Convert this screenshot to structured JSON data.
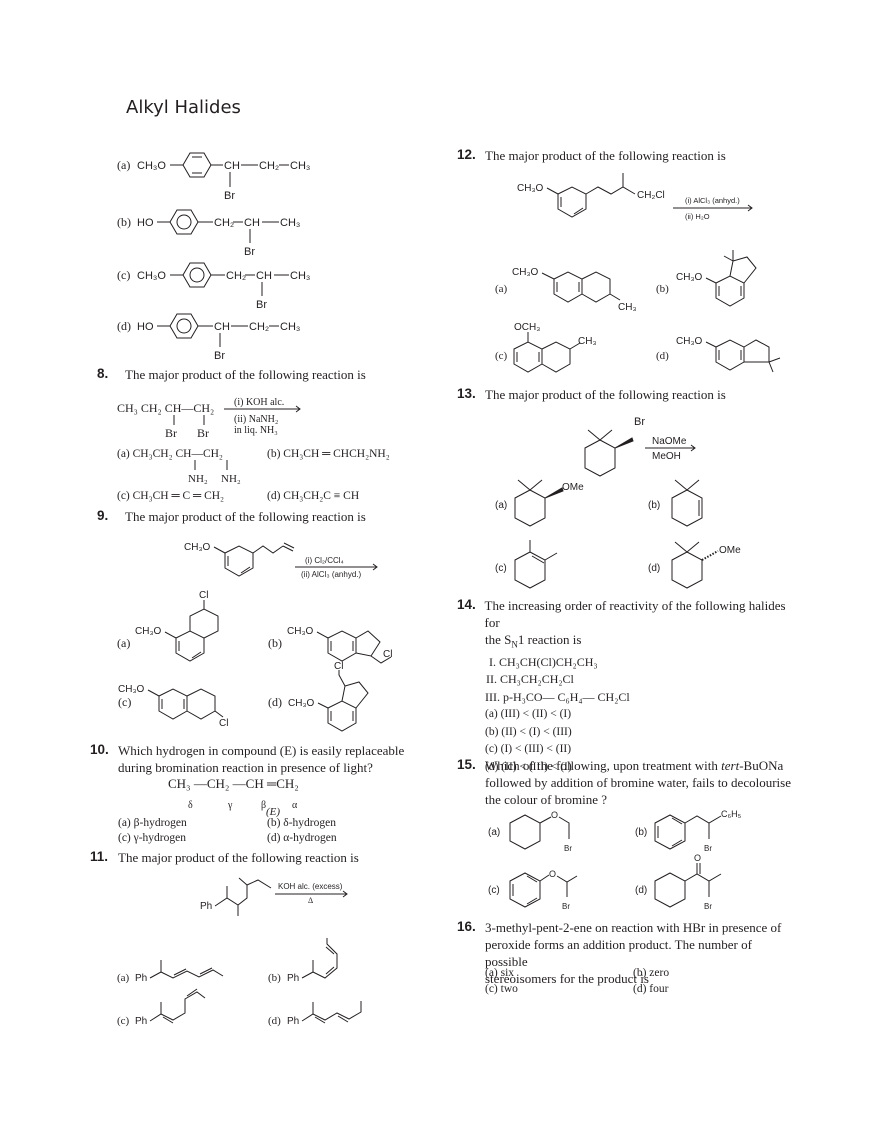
{
  "header": {
    "title": "Alkyl Halides"
  },
  "q7_options": [
    {
      "label": "(a)",
      "left": "CH₃O",
      "chain": [
        "CH",
        "CH₂",
        "CH₃"
      ],
      "br_under": 0
    },
    {
      "label": "(b)",
      "left": "HO",
      "chain": [
        "CH₂",
        "CH",
        "CH₃"
      ],
      "br_under": 1
    },
    {
      "label": "(c)",
      "left": "CH₃O",
      "chain": [
        "CH₂",
        "CH",
        "CH₃"
      ],
      "br_under": 1
    },
    {
      "label": "(d)",
      "left": "HO",
      "chain": [
        "CH",
        "CH₂",
        "CH₃"
      ],
      "br_under": 0
    }
  ],
  "br": "Br",
  "questions": {
    "q8": {
      "number": "8.",
      "text": "The major product of the following reaction is",
      "reactant": "CH₃ CH₂ CH—CH₂",
      "reactant_subs": [
        "Br",
        "Br"
      ],
      "reagent_top": "(i)  KOH alc.",
      "reagent_bottom_1": "(ii) NaNH₂",
      "reagent_bottom_2": "in liq. NH₃",
      "options": {
        "a": "(a) CH₃CH₂ CH—CH₂",
        "a_subs": [
          "NH₂",
          "NH₂"
        ],
        "b": "(b) CH₃CH ═ CHCH₂NH₂",
        "c": "(c) CH₃CH ═ C ═ CH₂",
        "d": "(d) CH₃CH₂C ≡ CH"
      }
    },
    "q9": {
      "number": "9.",
      "text": "The major product of the following reaction is",
      "reactant_label": "CH₃O",
      "reagent_top": "(i) Cl₂/CCl₄",
      "reagent_bottom": "(ii) AlCl₃ (anhyd.)",
      "options": [
        "(a)",
        "(b)",
        "(c)",
        "(d)"
      ],
      "ch3o": "CH₃O",
      "cl": "Cl"
    },
    "q10": {
      "number": "10.",
      "text_1": "Which hydrogen in compound (E) is easily replaceable",
      "text_2": "during bromination reaction in presence of light?",
      "formula": "CH₃ —CH₂ —CH ═CH₂",
      "greek": [
        "δ",
        "γ",
        "β",
        "α"
      ],
      "compound_label": "(E)",
      "options": {
        "a": "(a) β-hydrogen",
        "b": "(b) δ-hydrogen",
        "c": "(c) γ-hydrogen",
        "d": "(d) α-hydrogen"
      }
    },
    "q11": {
      "number": "11.",
      "text": "The major product of the following reaction is",
      "reagent_top": "KOH alc. (excess)",
      "reagent_bottom": "Δ",
      "ph": "Ph",
      "options": [
        "(a)",
        "(b)",
        "(c)",
        "(d)"
      ]
    },
    "q12": {
      "number": "12.",
      "text": "The major product of the following reaction is",
      "reactant_left": "CH₃O",
      "reactant_right": "CH₂Cl",
      "reagent_top": "(i) AlCl₃ (anhyd.)",
      "reagent_bottom": "(ii) H₂O",
      "options": [
        "(a)",
        "(b)",
        "(c)",
        "(d)"
      ],
      "ch3o": "CH₃O",
      "och3": "OCH₃",
      "ch3": "CH₃"
    },
    "q13": {
      "number": "13.",
      "text": "The major product of the following reaction is",
      "br": "Br",
      "reagent_top": "NaOMe",
      "reagent_bottom": "MeOH",
      "ome": "OMe",
      "options": [
        "(a)",
        "(b)",
        "(c)",
        "(d)"
      ]
    },
    "q14": {
      "number": "14.",
      "text_1": "The increasing order of reactivity of the following halides for",
      "text_2a": "the S",
      "text_2sub": "N",
      "text_2b": "1  reaction is",
      "items": [
        "I. CH₃CH(Cl)CH₂CH₃",
        "II. CH₃CH₂CH₂Cl",
        "III. p-H₃CO— C₆H₄— CH₂Cl"
      ],
      "options": {
        "a": "(a) (III) < (II) < (I)",
        "b": "(b) (II) < (I) < (III)",
        "c": "(c) (I) < (III) < (II)",
        "d": "(d) (II) < (III) < (I)"
      }
    },
    "q15": {
      "number": "15.",
      "text_1a": "Which of the following, upon treatment with ",
      "text_1i": "tert",
      "text_1b": "-BuONa",
      "text_2": "followed by addition of bromine water, fails to decolourise",
      "text_3": "the colour of bromine ?",
      "options": [
        "(a)",
        "(b)",
        "(c)",
        "(d)"
      ],
      "o": "O",
      "br": "Br",
      "c6h5": "C₆H₅"
    },
    "q16": {
      "number": "16.",
      "text_1": "3-methyl-pent-2-ene on reaction with HBr in presence of",
      "text_2": "peroxide forms an addition product. The number of possible",
      "text_3": "stereoisomers for the product is",
      "options": {
        "a": "(a) six",
        "b": "(b) zero",
        "c": "(c) two",
        "d": "(d) four"
      }
    }
  }
}
